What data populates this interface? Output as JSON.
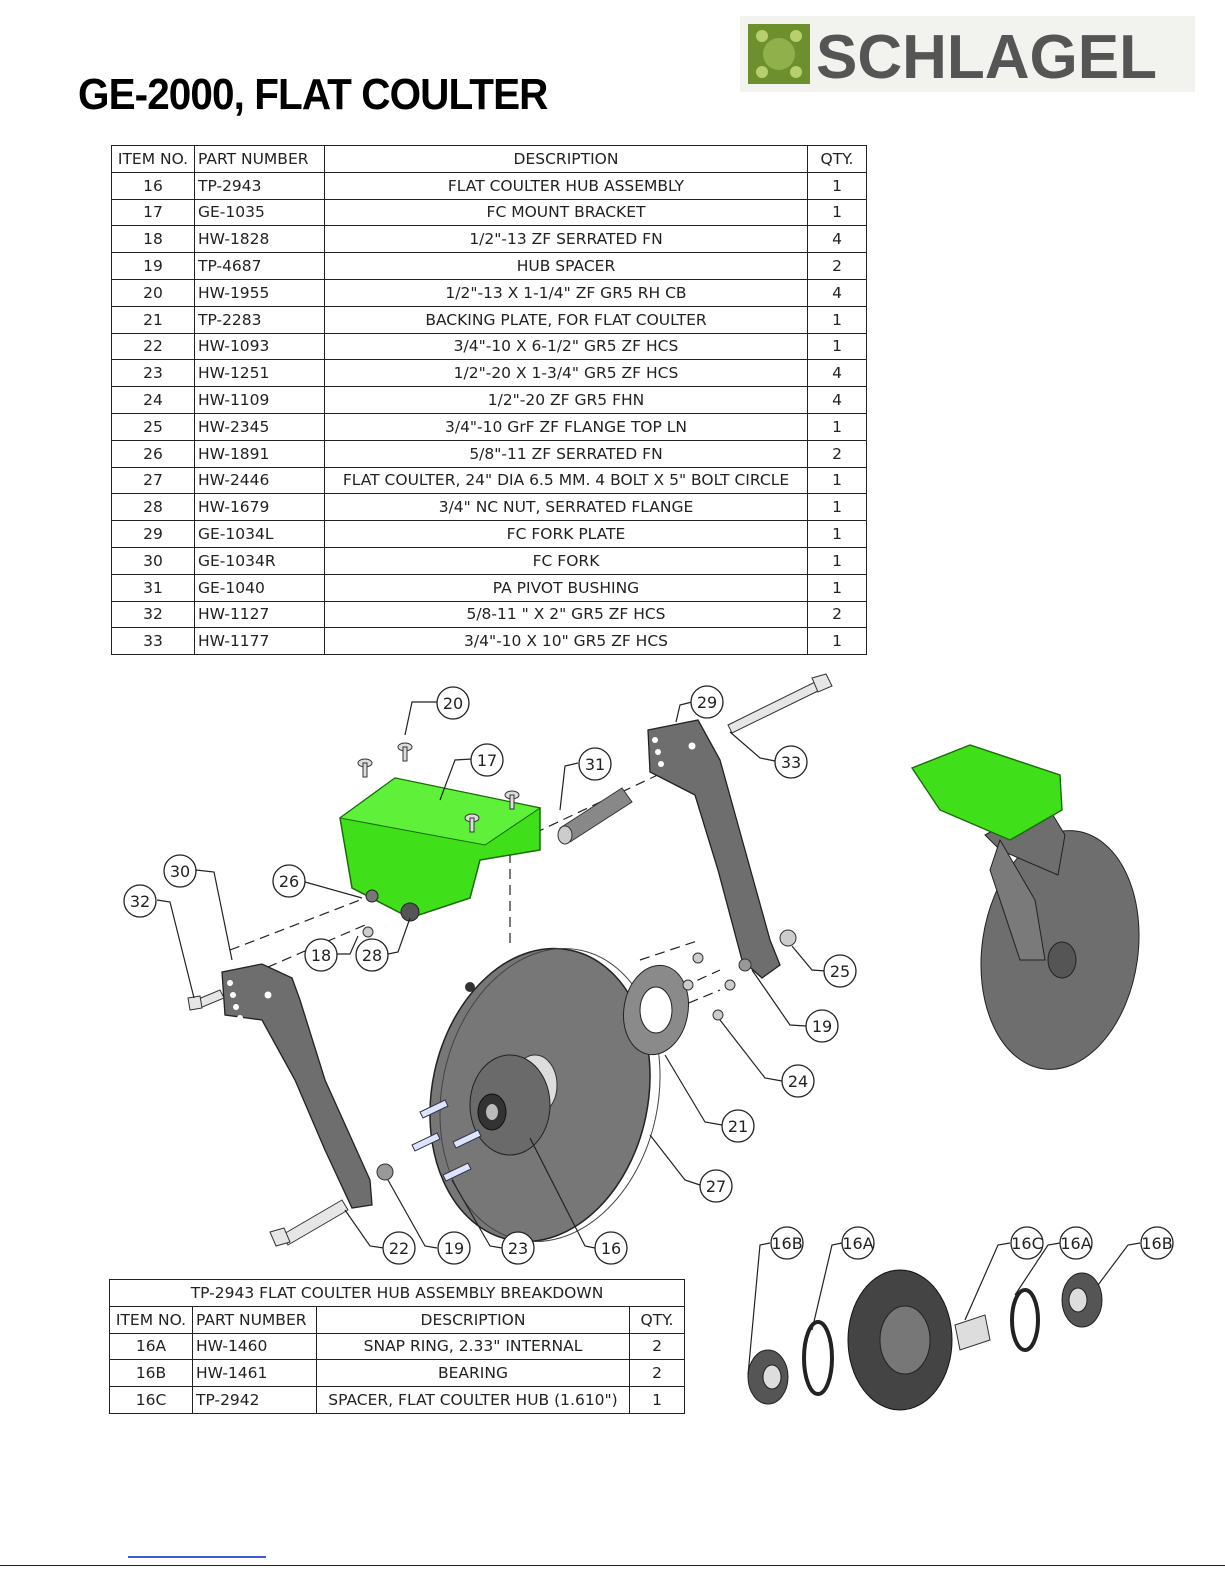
{
  "title": "GE-2000, FLAT COULTER",
  "logo_text": "SCHLAGEL",
  "colors": {
    "brand_green": "#7a9a3a",
    "part_green": "#3fe01a",
    "metal_gray": "#6b6b6b"
  },
  "parts_table": {
    "headers": [
      "ITEM NO.",
      "PART NUMBER",
      "DESCRIPTION",
      "QTY."
    ],
    "rows": [
      [
        "16",
        "TP-2943",
        "FLAT COULTER HUB ASSEMBLY",
        "1"
      ],
      [
        "17",
        "GE-1035",
        "FC MOUNT BRACKET",
        "1"
      ],
      [
        "18",
        "HW-1828",
        "1/2\"-13 ZF SERRATED FN",
        "4"
      ],
      [
        "19",
        "TP-4687",
        "HUB SPACER",
        "2"
      ],
      [
        "20",
        "HW-1955",
        "1/2\"-13 X 1-1/4\" ZF GR5 RH CB",
        "4"
      ],
      [
        "21",
        "TP-2283",
        "BACKING PLATE, FOR FLAT COULTER",
        "1"
      ],
      [
        "22",
        "HW-1093",
        "3/4\"-10 X 6-1/2\" GR5 ZF HCS",
        "1"
      ],
      [
        "23",
        "HW-1251",
        "1/2\"-20 X 1-3/4\" GR5 ZF HCS",
        "4"
      ],
      [
        "24",
        "HW-1109",
        "1/2\"-20 ZF GR5 FHN",
        "4"
      ],
      [
        "25",
        "HW-2345",
        "3/4\"-10 GrF ZF FLANGE TOP LN",
        "1"
      ],
      [
        "26",
        "HW-1891",
        "5/8\"-11 ZF SERRATED FN",
        "2"
      ],
      [
        "27",
        "HW-2446",
        "FLAT COULTER, 24\" DIA 6.5 MM. 4 BOLT X 5\" BOLT CIRCLE",
        "1"
      ],
      [
        "28",
        "HW-1679",
        "3/4\" NC NUT, SERRATED FLANGE",
        "1"
      ],
      [
        "29",
        "GE-1034L",
        "FC FORK PLATE",
        "1"
      ],
      [
        "30",
        "GE-1034R",
        "FC FORK",
        "1"
      ],
      [
        "31",
        "GE-1040",
        "PA PIVOT BUSHING",
        "1"
      ],
      [
        "32",
        "HW-1127",
        "5/8-11 \" X 2\" GR5 ZF HCS",
        "2"
      ],
      [
        "33",
        "HW-1177",
        "3/4\"-10 X 10\" GR5 ZF HCS",
        "1"
      ]
    ]
  },
  "hub_table": {
    "caption": "TP-2943 FLAT COULTER HUB ASSEMBLY BREAKDOWN",
    "headers": [
      "ITEM NO.",
      "PART NUMBER",
      "DESCRIPTION",
      "QTY."
    ],
    "rows": [
      [
        "16A",
        "HW-1460",
        "SNAP RING, 2.33\" INTERNAL",
        "2"
      ],
      [
        "16B",
        "HW-1461",
        "BEARING",
        "2"
      ],
      [
        "16C",
        "TP-2942",
        "SPACER, FLAT COULTER HUB (1.610\")",
        "1"
      ]
    ]
  },
  "balloons": [
    "20",
    "17",
    "31",
    "29",
    "33",
    "26",
    "30",
    "32",
    "18",
    "28",
    "25",
    "19",
    "24",
    "21",
    "27",
    "22",
    "19",
    "23",
    "16",
    "16B",
    "16A",
    "16C",
    "16A",
    "16B"
  ]
}
